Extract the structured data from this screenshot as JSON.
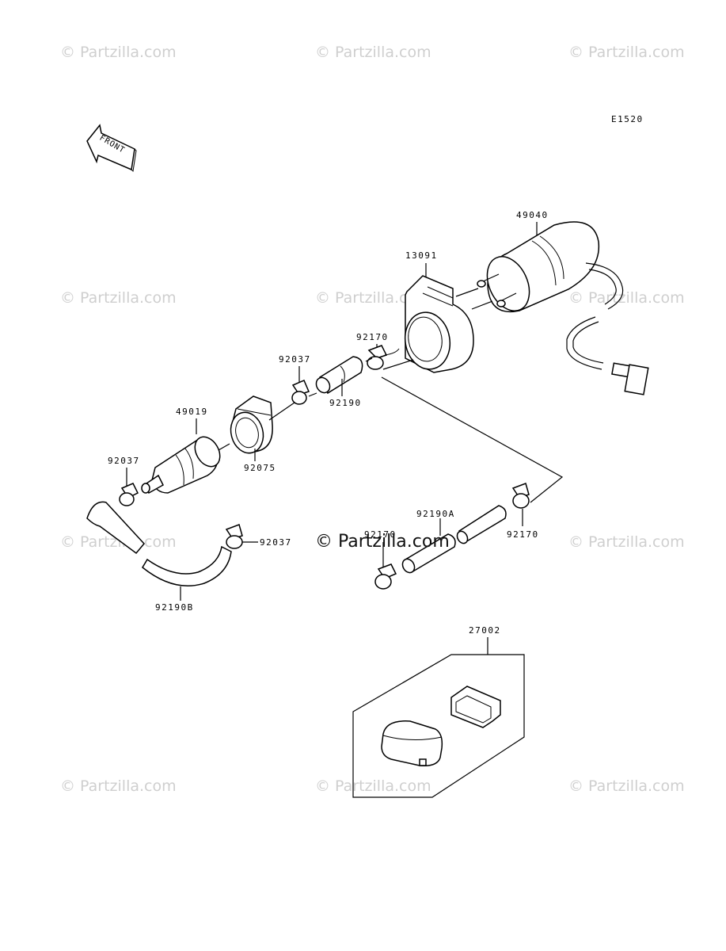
{
  "diagram_code": "E1520",
  "front_label": "FRONT",
  "watermark": "© Partzilla.com",
  "watermark_center": "© Partzilla.com",
  "parts": {
    "p49040": "49040",
    "p13091": "13091",
    "p92170_top": "92170",
    "p92037_mid": "92037",
    "p92190": "92190",
    "p49019": "49019",
    "p92075": "92075",
    "p92037_left": "92037",
    "p92037_lower": "92037",
    "p92190B": "92190B",
    "p92190A": "92190A",
    "p92170_left": "92170",
    "p92170_right": "92170",
    "p27002": "27002"
  }
}
